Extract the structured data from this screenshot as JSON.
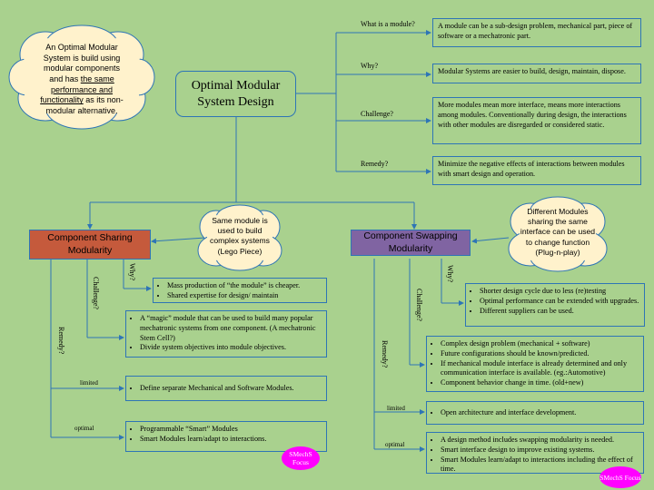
{
  "title": "Optimal Modular System Design",
  "intro_cloud": {
    "lines": [
      "An Optimal Modular",
      "System  is build using",
      "modular components",
      "and has ",
      "the same",
      "performance and",
      "functionality",
      " as its non-",
      "modular alternative."
    ]
  },
  "top_branches": [
    {
      "label": "What is a module?",
      "text": "A module can be a sub-design problem, mechanical part, piece of software or a mechatronic part."
    },
    {
      "label": "Why?",
      "text": "Modular Systems are easier to build, design, maintain, dispose."
    },
    {
      "label": "Challenge?",
      "text": "More modules mean more interface, means more interactions among modules. Conventionally during design, the interactions with other modules are disregarded or considered static."
    },
    {
      "label": "Remedy?",
      "text": "Minimize the negative effects of interactions between modules with smart design and operation."
    }
  ],
  "sharing": {
    "title": "Component Sharing Modularity",
    "cloud": "Same module is used to build complex systems (Lego Piece)",
    "why_label": "Why?",
    "why_items": [
      "Mass production of “the module” is cheaper.",
      "Shared expertise for design/ maintain"
    ],
    "challenge_label": "Challenge?",
    "challenge_items": [
      "A “magic” module that can be used to build many popular mechatronic systems from one component. (A mechatronic Stem Cell?)",
      "Divide system objectives into module objectives."
    ],
    "remedy_label": "Remedy?",
    "limited_label": "limited",
    "limited_items": [
      "Define separate Mechanical and Software Modules."
    ],
    "optimal_label": "optimal",
    "optimal_items": [
      "Programmable “Smart” Modules",
      "Smart Modules learn/adapt to interactions."
    ],
    "badge": "SMechS Focus"
  },
  "swapping": {
    "title": "Component Swapping Modularity",
    "cloud": "Different Modules sharing the same interface can be used to change function (Plug-n-play)",
    "why_label": "Why?",
    "why_items": [
      "Shorter design cycle due to less (re)testing",
      "Optimal performance can be extended with upgrades.",
      "Different suppliers can be used."
    ],
    "challenge_label": "Challenge?",
    "challenge_items": [
      "Complex design problem (mechanical + software)",
      "Future configurations should be known/predicted.",
      "If mechanical module interface is already determined and only communication interface is available. (eg.:Automotive)",
      "Component behavior change in time. (old+new)"
    ],
    "remedy_label": "Remedy?",
    "limited_label": "limited",
    "limited_items": [
      "Open architecture and interface development."
    ],
    "optimal_label": "optimal",
    "optimal_items": [
      "A design method includes swapping modularity is needed.",
      "Smart interface design to improve existing systems.",
      "Smart Modules learn/adapt to interactions including the effect of time."
    ],
    "badge": "SMechS Focus"
  },
  "colors": {
    "background": "#a9d18e",
    "line": "#2e75b6",
    "sharing_header": "#c55a3c",
    "swapping_header": "#8064a2",
    "cloud": "#fff2cc",
    "badge": "#ff00ff"
  }
}
